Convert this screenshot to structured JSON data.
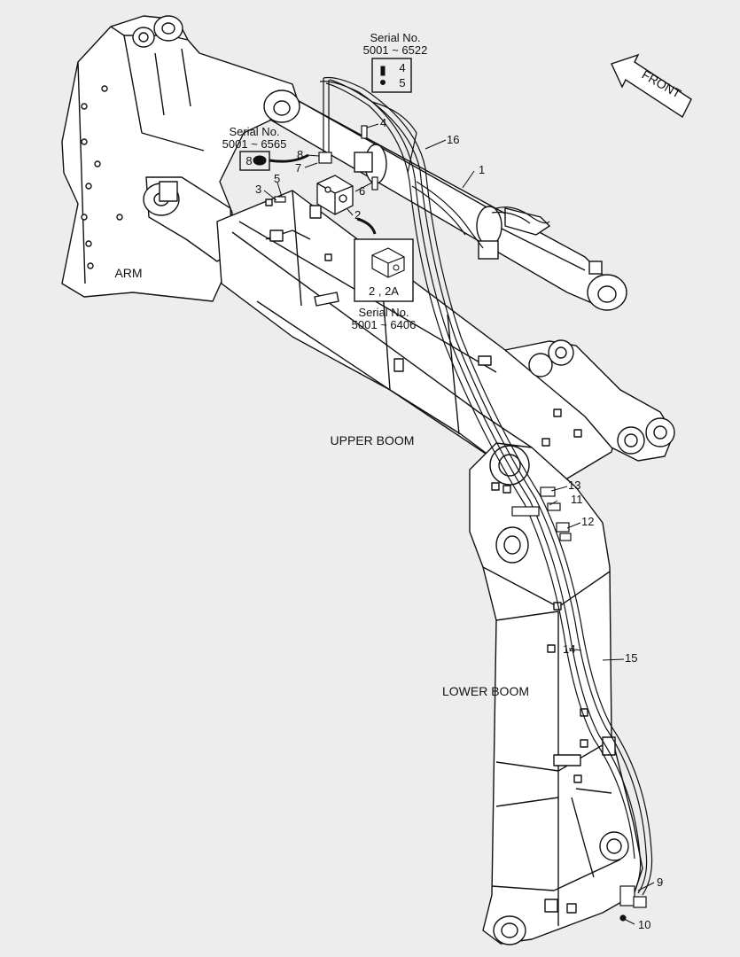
{
  "areas": {
    "arm": "ARM",
    "upper_boom": "UPPER BOOM",
    "lower_boom": "LOWER BOOM"
  },
  "front_label": "FRONT",
  "serial_callouts": [
    {
      "title": "Serial No.",
      "range": "5001 ~ 6522",
      "items": [
        "4",
        "5"
      ]
    },
    {
      "title": "Serial No.",
      "range": "5001 ~ 6565",
      "items": [
        "8"
      ]
    },
    {
      "title": "Serial No.",
      "range": "5001 ~ 6406",
      "items": [
        "2 , 2A"
      ]
    }
  ],
  "part_numbers": [
    "1",
    "2",
    "3",
    "4",
    "5",
    "6",
    "7",
    "8",
    "9",
    "10",
    "11",
    "12",
    "13",
    "14",
    "15",
    "16"
  ]
}
